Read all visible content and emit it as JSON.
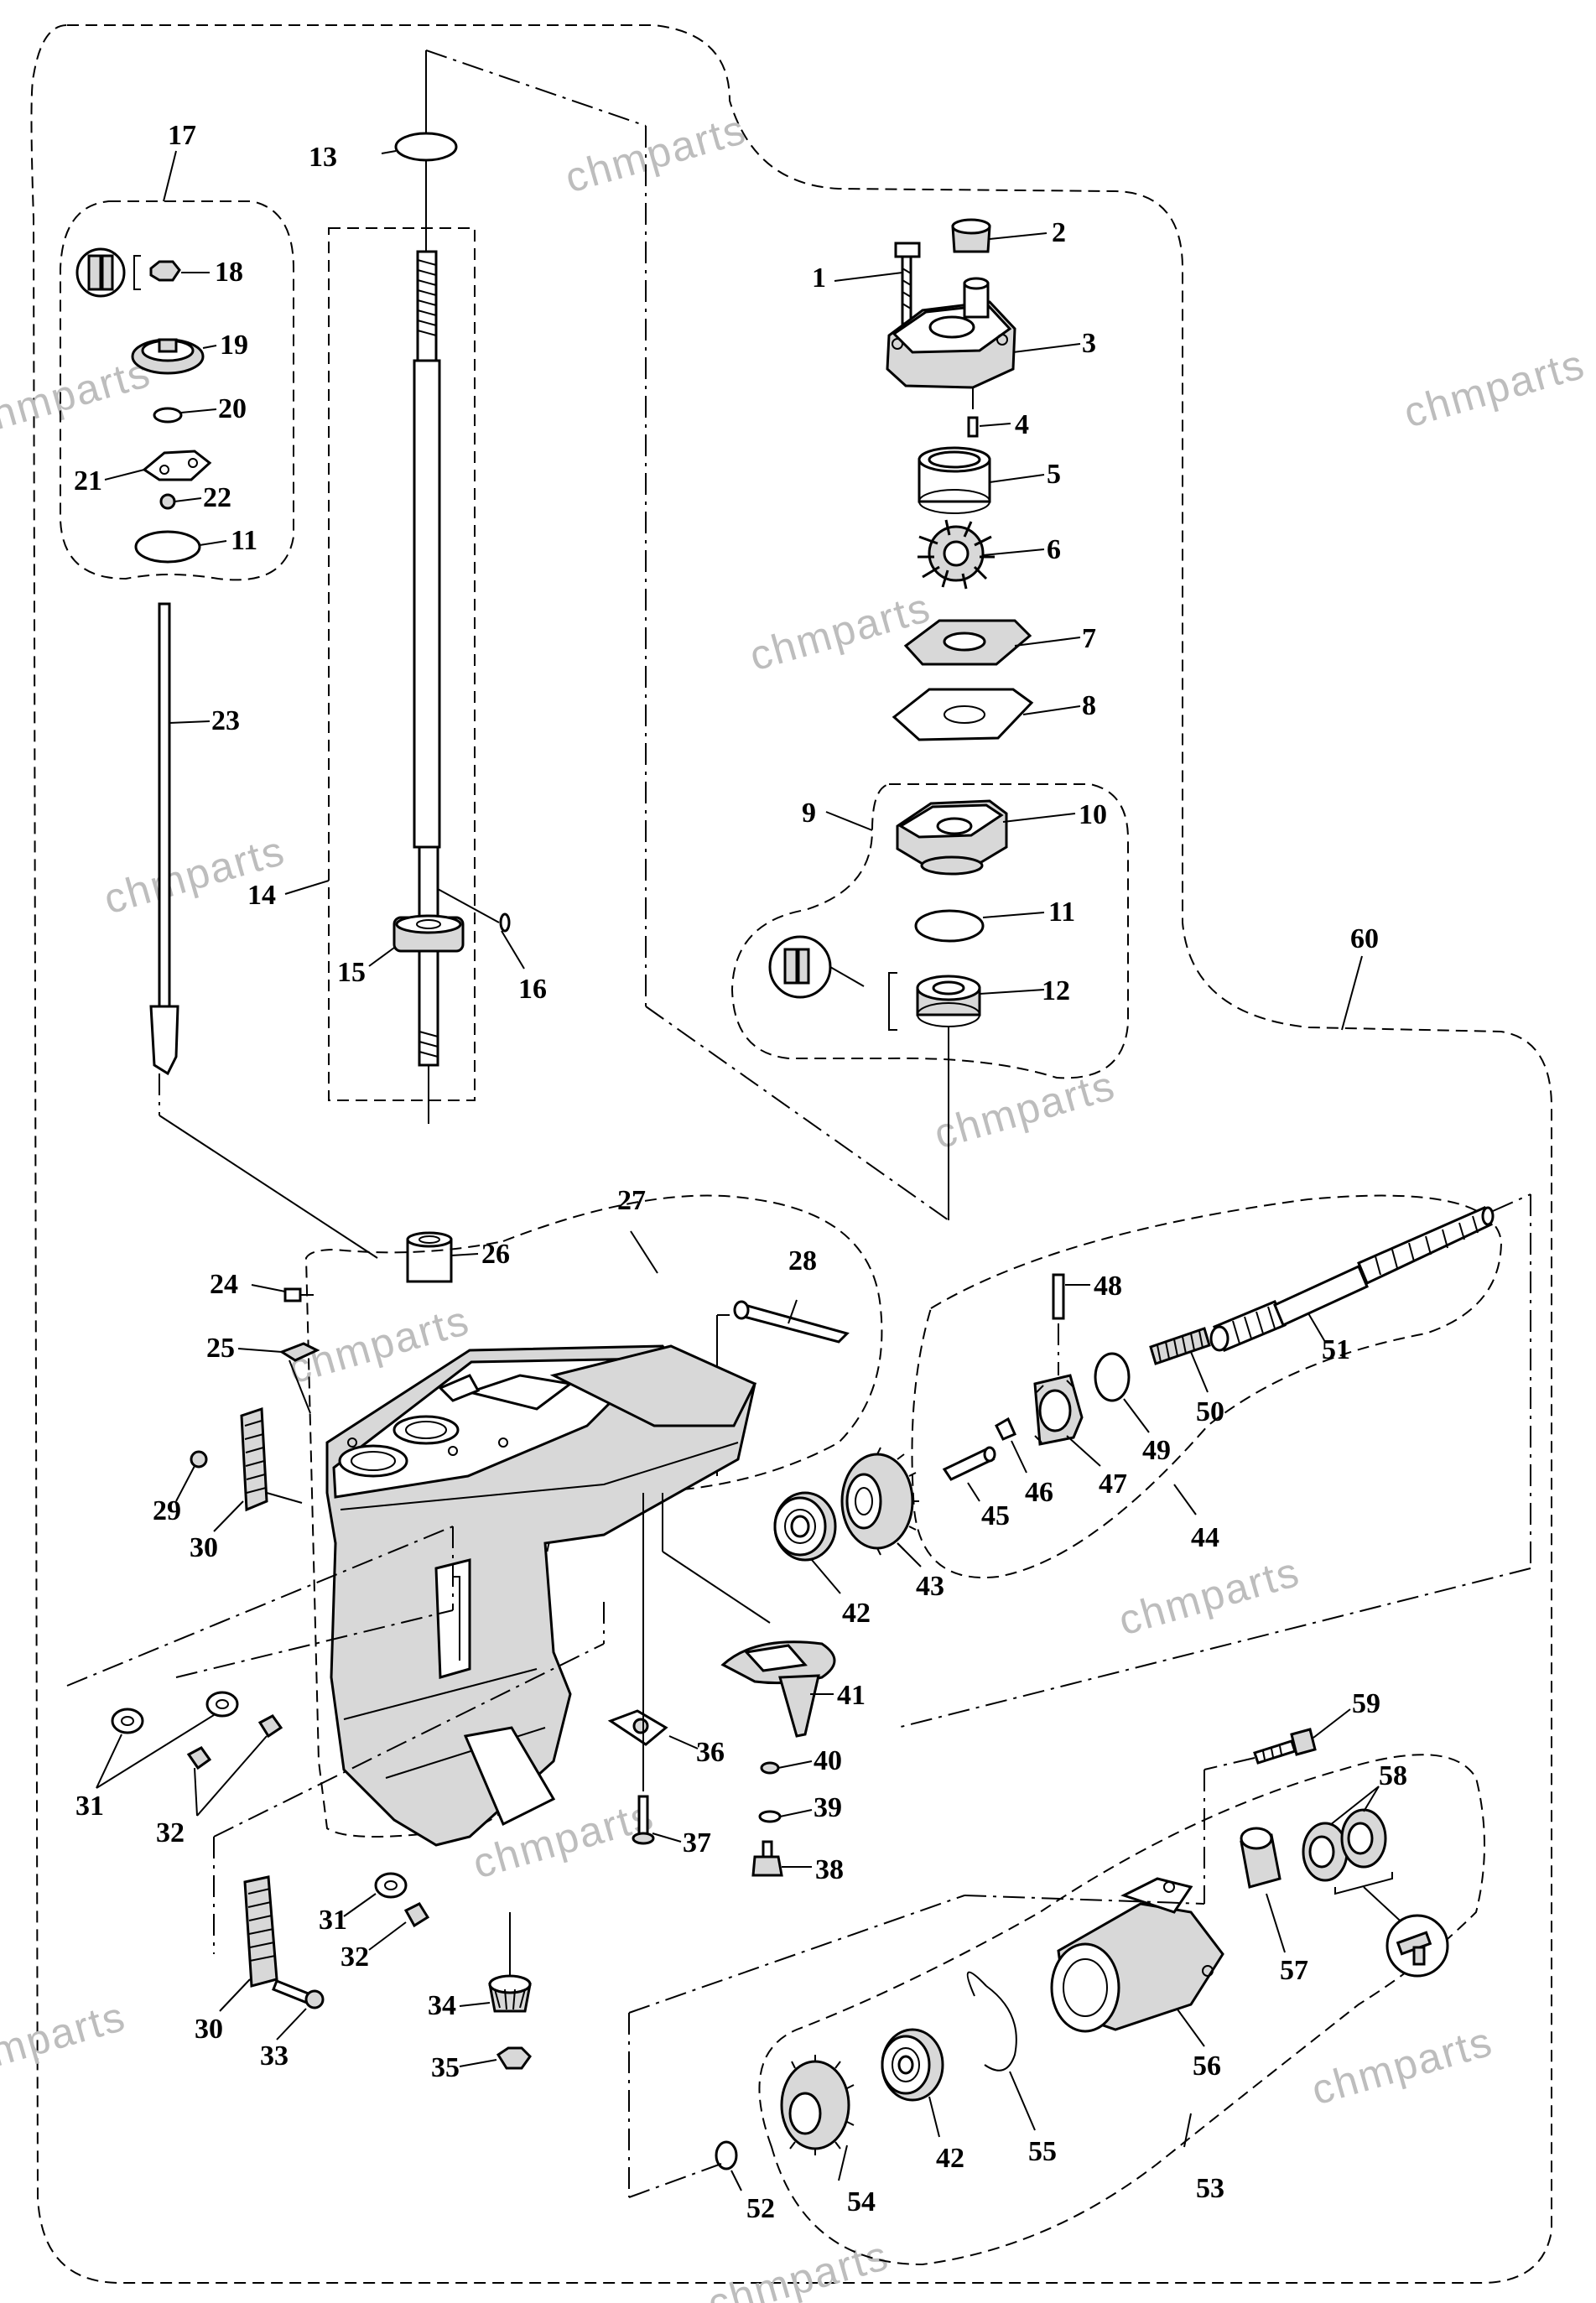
{
  "watermark": "chmparts",
  "labels": {
    "p1": "1",
    "p2": "2",
    "p3": "3",
    "p4": "4",
    "p5": "5",
    "p6": "6",
    "p7": "7",
    "p8": "8",
    "p9": "9",
    "p10": "10",
    "p11a": "11",
    "p11b": "11",
    "p12": "12",
    "p13": "13",
    "p14": "14",
    "p15": "15",
    "p16": "16",
    "p17": "17",
    "p18": "18",
    "p19": "19",
    "p20": "20",
    "p21": "21",
    "p22": "22",
    "p23": "23",
    "p24": "24",
    "p25": "25",
    "p26": "26",
    "p27": "27",
    "p28": "28",
    "p29": "29",
    "p30a": "30",
    "p30b": "30",
    "p31a": "31",
    "p31b": "31",
    "p32a": "32",
    "p32b": "32",
    "p33": "33",
    "p34": "34",
    "p35": "35",
    "p36": "36",
    "p37": "37",
    "p38": "38",
    "p39": "39",
    "p40": "40",
    "p41": "41",
    "p42a": "42",
    "p42b": "42",
    "p43": "43",
    "p44": "44",
    "p45": "45",
    "p46": "46",
    "p47": "47",
    "p48": "48",
    "p49": "49",
    "p50": "50",
    "p51": "51",
    "p52": "52",
    "p53": "53",
    "p54": "54",
    "p55": "55",
    "p56": "56",
    "p57": "57",
    "p58": "58",
    "p59": "59",
    "p60": "60"
  }
}
